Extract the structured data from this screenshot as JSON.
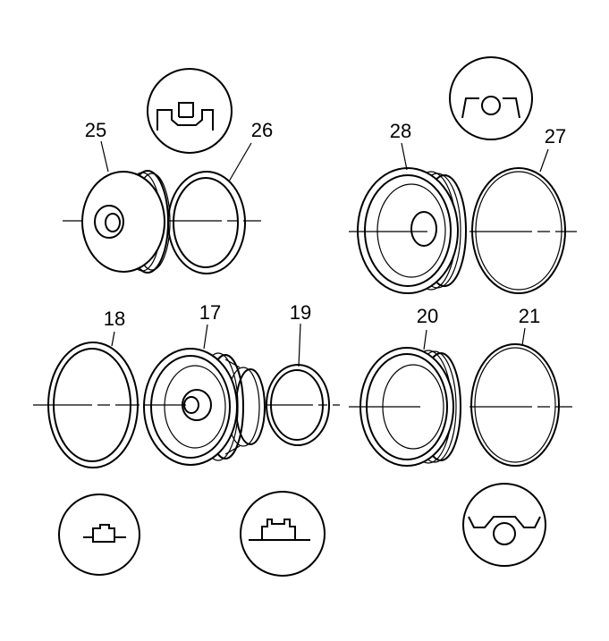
{
  "labels": {
    "p25": "25",
    "p26": "26",
    "p28": "28",
    "p27": "27",
    "p18": "18",
    "p17": "17",
    "p19": "19",
    "p20": "20",
    "p21": "21"
  },
  "colors": {
    "line": "#000000",
    "background": "#ffffff"
  }
}
